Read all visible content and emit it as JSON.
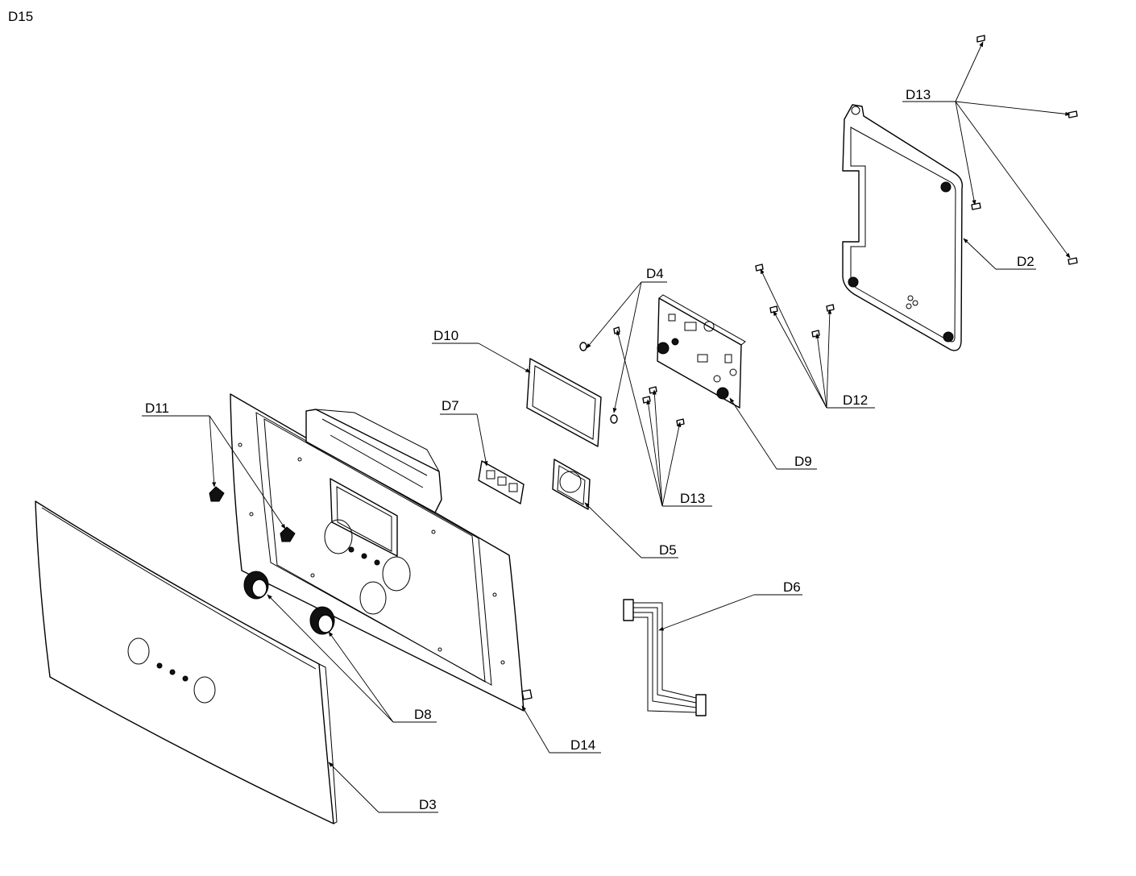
{
  "diagram": {
    "sheet_label": "D15",
    "callouts": {
      "d2": "D2",
      "d3": "D3",
      "d4": "D4",
      "d5": "D5",
      "d6": "D6",
      "d7": "D7",
      "d8": "D8",
      "d9": "D9",
      "d10": "D10",
      "d11": "D11",
      "d12": "D12",
      "d13_top": "D13",
      "d13_mid": "D13",
      "d14": "D14"
    }
  }
}
